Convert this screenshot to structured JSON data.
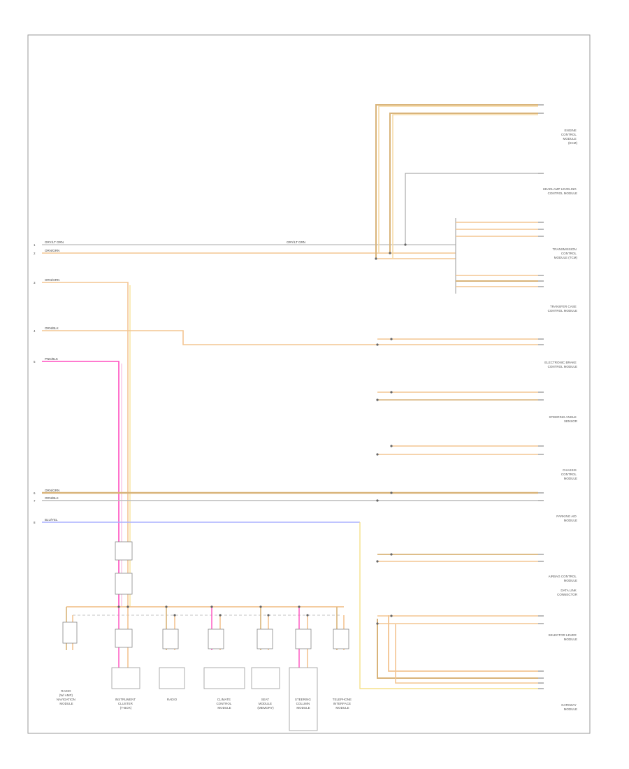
{
  "footer": {
    "code": ""
  },
  "left_pins": [
    {
      "pin": "1",
      "wire": "GRY/LT GRN"
    },
    {
      "pin": "2",
      "wire": "ORN/GRN"
    },
    {
      "pin": "3",
      "wire": "ORN/GRN"
    },
    {
      "pin": "4",
      "wire": "ORN/BLK"
    },
    {
      "pin": "5",
      "wire": "PNK/BLK"
    },
    {
      "pin": "6",
      "wire": "ORN/GRN"
    },
    {
      "pin": "7",
      "wire": "ORN/BLK"
    },
    {
      "pin": "8",
      "wire": "BLU/YEL"
    }
  ],
  "mid_wire_label": "GRY/LT GRN",
  "components": [
    {
      "id": "engine",
      "lines": [
        "ENGINE",
        "CONTROL",
        "MODULE",
        "(ECM)"
      ]
    },
    {
      "id": "headlamp",
      "lines": [
        "HEADLAMP LEVELING",
        "CONTROL MODULE"
      ]
    },
    {
      "id": "tcm",
      "lines": [
        "TRANSMISSION",
        "CONTROL",
        "MODULE (TCM)"
      ]
    },
    {
      "id": "transfer",
      "lines": [
        "TRANSFER CASE",
        "CONTROL MODULE"
      ]
    },
    {
      "id": "ebcm",
      "lines": [
        "ELECTRONIC BRAKE",
        "CONTROL MODULE"
      ]
    },
    {
      "id": "steering",
      "lines": [
        "STEERING ANGLE",
        "SENSOR"
      ]
    },
    {
      "id": "chassis",
      "lines": [
        "CHASSIS",
        "CONTROL",
        "MODULE"
      ]
    },
    {
      "id": "parking",
      "lines": [
        "PARKING AID",
        "MODULE"
      ]
    },
    {
      "id": "airbag",
      "lines": [
        "AIRBAG CONTROL",
        "MODULE"
      ]
    },
    {
      "id": "dlc",
      "lines": [
        "DATA LINK",
        "CONNECTOR"
      ]
    },
    {
      "id": "selector",
      "lines": [
        "SELECTOR LEVER",
        "MODULE"
      ]
    },
    {
      "id": "gateway",
      "lines": [
        "GATEWAY",
        "MODULE"
      ]
    }
  ],
  "bottom_modules": [
    {
      "id": "b1",
      "lines": [
        "RADIO",
        "(W/ AMP)",
        "NAVIGATION",
        "MODULE"
      ]
    },
    {
      "id": "b2",
      "lines": [
        "INSTRUMENT",
        "CLUSTER",
        "(T-BOX)"
      ]
    },
    {
      "id": "b3",
      "lines": [
        "RADIO"
      ]
    },
    {
      "id": "b4",
      "lines": [
        "CLIMATE",
        "CONTROL",
        "MODULE"
      ]
    },
    {
      "id": "b5",
      "lines": [
        "SEAT",
        "MODULE",
        "(MEMORY)"
      ]
    },
    {
      "id": "b6",
      "lines": [
        "STEERING",
        "COLUMN",
        "MODULE"
      ]
    },
    {
      "id": "b7",
      "lines": [
        "TELEPHONE",
        "INTERFACE",
        "MODULE"
      ]
    }
  ]
}
